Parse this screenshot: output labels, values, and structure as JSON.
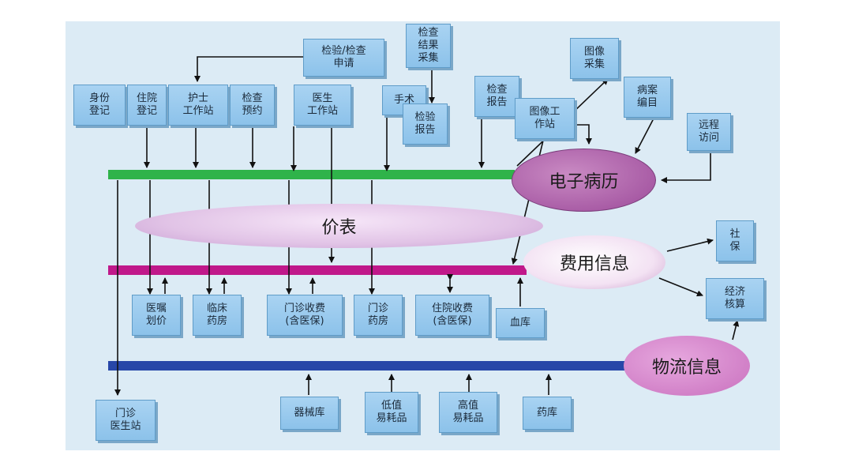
{
  "boxes": {
    "identity_register": "身份\n登记",
    "inpatient_register": "住院\n登记",
    "nurse_station": "护士\n工作站",
    "exam_appointment": "检查\n预约",
    "doctor_station": "医生\n工作站",
    "lab_exam_request": "检验/检查\n申请",
    "result_collection": "检查\n结果\n采集",
    "surgery": "手术",
    "lab_report": "检验\n报告",
    "exam_report": "检查\n报告",
    "image_station": "图像工\n作站",
    "image_collection": "图像\n采集",
    "case_numbering": "病案\n编目",
    "remote_access": "远程\n访问",
    "social_insurance": "社\n保",
    "economic_accounting": "经济\n核算",
    "order_pricing": "医嘱\n划价",
    "clinical_pharmacy": "临床\n药房",
    "outpatient_billing": "门诊收费\n(含医保)",
    "outpatient_pharmacy": "门诊\n药房",
    "inpatient_billing": "住院收费\n(含医保)",
    "blood_bank": "血库",
    "outpatient_doctor_station": "门诊\n医生站",
    "equipment_store": "器械库",
    "low_value_consumables": "低值\n易耗品",
    "high_value_consumables": "高值\n易耗品",
    "drug_store": "药库"
  },
  "ellipses": {
    "emr": "电子病历",
    "price_list": "价表",
    "fee_info": "费用信息",
    "logistics_info": "物流信息"
  },
  "colors": {
    "green_bus": "#2fb34a",
    "magenta_bus": "#c0188a",
    "blue_bus": "#2746a8",
    "box_fill": "#9dcbef",
    "background": "#dcebf5"
  }
}
